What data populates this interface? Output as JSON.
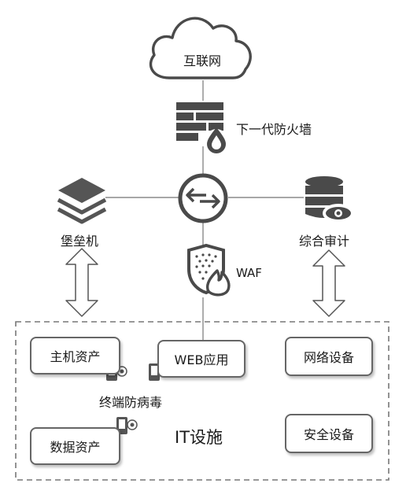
{
  "internet": {
    "label": "互联网",
    "icon": "cloud-icon"
  },
  "firewall": {
    "label": "下一代防火墙",
    "icon": "firewall-icon"
  },
  "bastion": {
    "label": "堡垒机",
    "icon": "layers-icon"
  },
  "router": {
    "icon": "router-icon"
  },
  "audit": {
    "label": "综合审计",
    "icon": "database-eye-icon"
  },
  "waf": {
    "label": "WAF",
    "icon": "shield-flame-icon"
  },
  "assets": {
    "host": "主机资产",
    "web": "WEB应用",
    "network": "网络设备",
    "data": "数据资产",
    "security": "安全设备"
  },
  "antivirus": {
    "label": "终端防病毒",
    "icon": "terminal-gear-icon"
  },
  "zone": {
    "label": "IT设施"
  },
  "colors": {
    "icon": "#444444",
    "line": "#888888",
    "dashed": "#777777"
  }
}
